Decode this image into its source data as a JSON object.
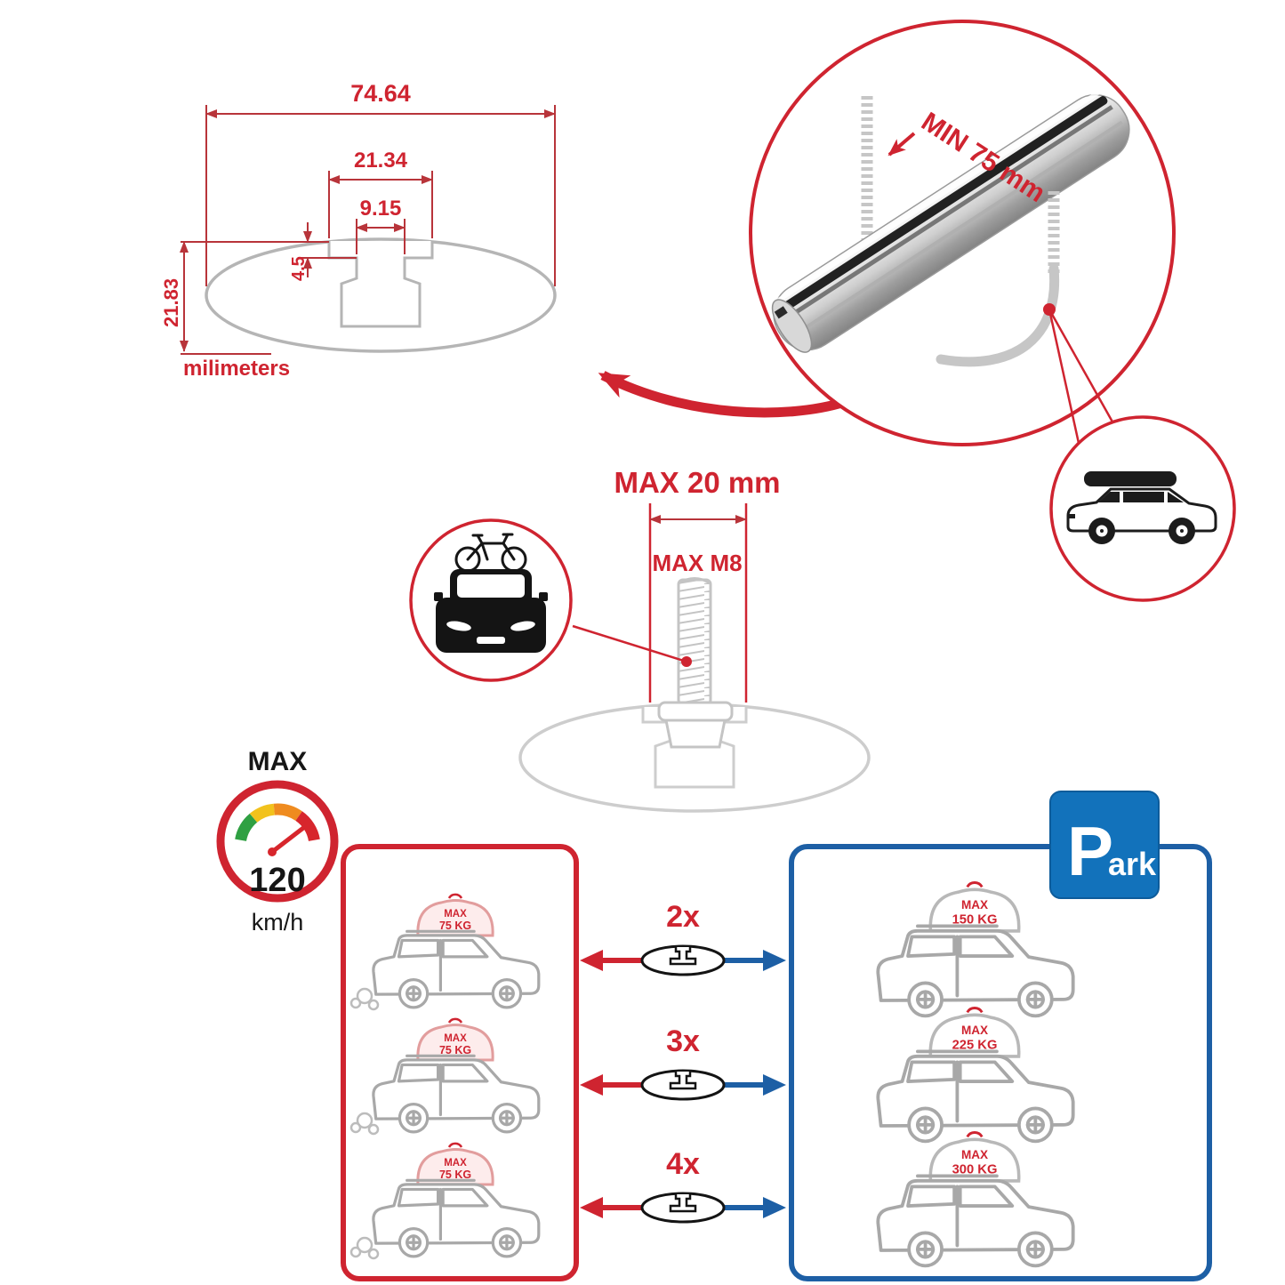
{
  "colors": {
    "accent_red": "#cf2430",
    "accent_blue": "#1d5fa5",
    "park_sign_blue": "#1272bb",
    "drawing_gray": "#b5b5b5"
  },
  "dimension_drawing": {
    "total_width": "74.64",
    "channel_width": "21.34",
    "slot_width": "9.15",
    "step_depth": "4.5",
    "total_height": "21.83",
    "units_label": "milimeters"
  },
  "crossbar_detail": {
    "clamp_min_label": "MIN 75 mm"
  },
  "bolt_detail": {
    "max_width_label": "MAX 20 mm",
    "max_thread_label": "MAX M8"
  },
  "speedometer": {
    "title": "MAX",
    "speed": "120",
    "unit": "km/h"
  },
  "red_panel": {
    "cars": [
      {
        "load_line1": "MAX",
        "load_line2": "75 KG"
      },
      {
        "load_line1": "MAX",
        "load_line2": "75 KG"
      },
      {
        "load_line1": "MAX",
        "load_line2": "75 KG"
      }
    ]
  },
  "multipliers": {
    "row1": "2x",
    "row2": "3x",
    "row3": "4x"
  },
  "blue_panel": {
    "park_sign": {
      "letter": "P",
      "suffix": "ark"
    },
    "cars": [
      {
        "load_line1": "MAX",
        "load_line2": "150 KG"
      },
      {
        "load_line1": "MAX",
        "load_line2": "225 KG"
      },
      {
        "load_line1": "MAX",
        "load_line2": "300 KG"
      }
    ]
  }
}
